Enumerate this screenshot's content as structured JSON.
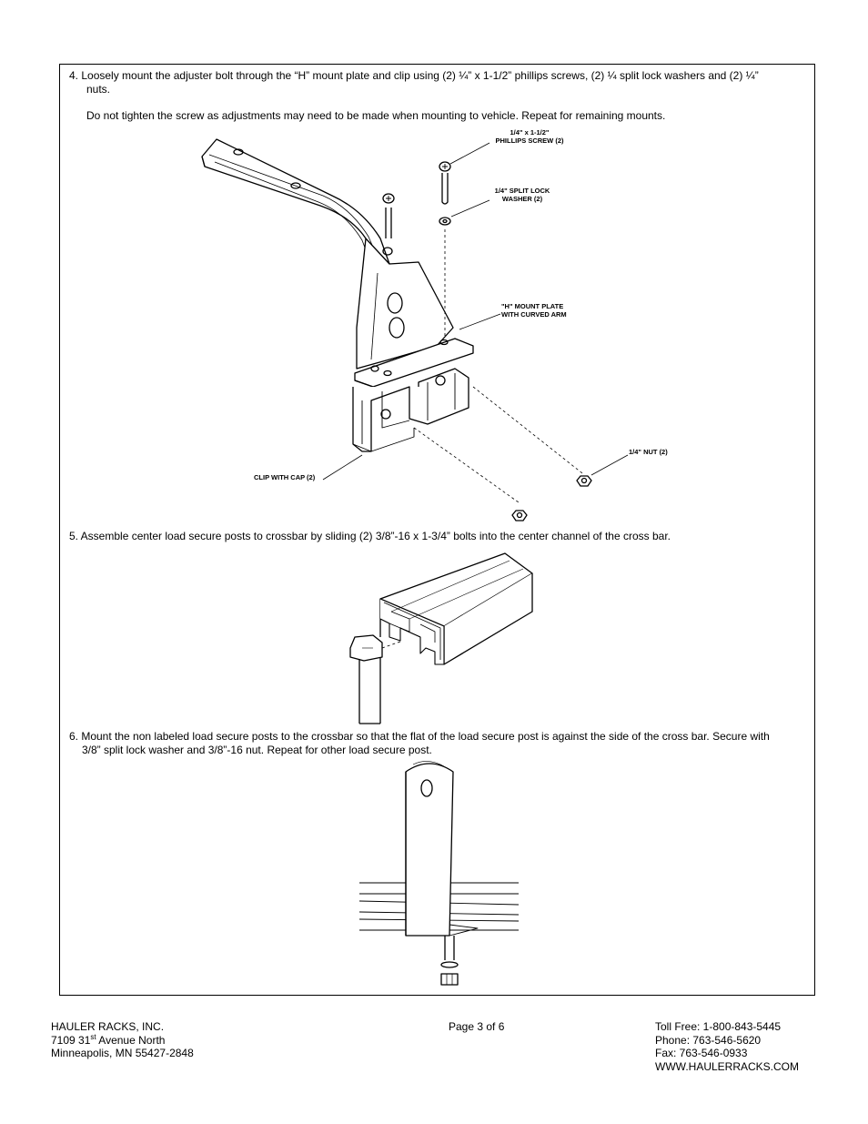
{
  "steps": {
    "step4": {
      "line1": "4.  Loosely mount the adjuster bolt through the “H” mount plate and clip using (2) ¼” x 1-1/2” phillips screws,  (2) ¼ split lock washers and (2) ¼”",
      "line2": "nuts.",
      "note": "Do not tighten the screw as adjustments may need to be made when mounting to vehicle. Repeat for remaining mounts."
    },
    "step5": {
      "text": "5.  Assemble center load secure posts to crossbar by sliding (2) 3/8”-16 x 1-3/4” bolts into the center channel of the cross bar."
    },
    "step6": {
      "line1": "6.  Mount the non labeled load secure posts to the crossbar so that the flat of the load secure post is against the side of the cross bar.  Secure with",
      "line2": "3/8” split lock washer and 3/8”-16 nut.  Repeat for other load secure post."
    }
  },
  "callouts": {
    "screw_line1": "1/4\" x 1-1/2\"",
    "screw_line2": "PHILLIPS SCREW (2)",
    "washer_line1": "1/4\" SPLIT LOCK",
    "washer_line2": "WASHER (2)",
    "plate_line1": "\"H\" MOUNT PLATE",
    "plate_line2": "WITH CURVED ARM",
    "nut": "1/4\" NUT (2)",
    "clip": "CLIP WITH CAP (2)"
  },
  "footer": {
    "company": "HAULER RACKS, INC.",
    "address_number": "7109 31",
    "address_suffix": "st",
    "address_street": " Avenue North",
    "city": "Minneapolis, MN 55427-2848",
    "page": "Page 3 of 6",
    "toll_free": "Toll Free: 1-800-843-5445",
    "phone": "Phone: 763-546-5620",
    "fax": "Fax: 763-546-0933",
    "website": "WWW.HAULERRACKS.COM"
  }
}
